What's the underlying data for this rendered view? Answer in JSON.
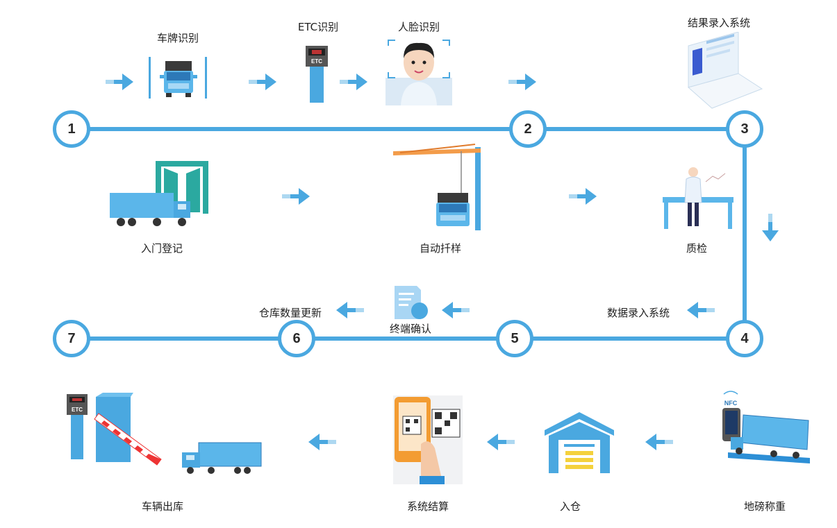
{
  "colors": {
    "line": "#4aa8e0",
    "arrow": "#4aa8e0",
    "truck": "#5bb6ea",
    "truck_dark": "#1e7bc3",
    "cab_top": "#3a3a3a"
  },
  "nodes": [
    "1",
    "2",
    "3",
    "4",
    "5",
    "6",
    "7"
  ],
  "row1": {
    "plate": "车牌识别",
    "etc": "ETC识别",
    "face": "人脸识别",
    "system": "结果录入系统",
    "etc_sign": "ETC"
  },
  "row2": {
    "gate": "入门登记",
    "sampling": "自动扦样",
    "inspect": "质检"
  },
  "row3": {
    "data_entry": "数据录入系统",
    "terminal": "终端确认",
    "stock": "仓库数量更新"
  },
  "row4": {
    "weigh": "地磅称重",
    "storage": "入仓",
    "settle": "系统结算",
    "exit": "车辆出库",
    "nfc": "NFC",
    "etc_sign": "ETC"
  }
}
